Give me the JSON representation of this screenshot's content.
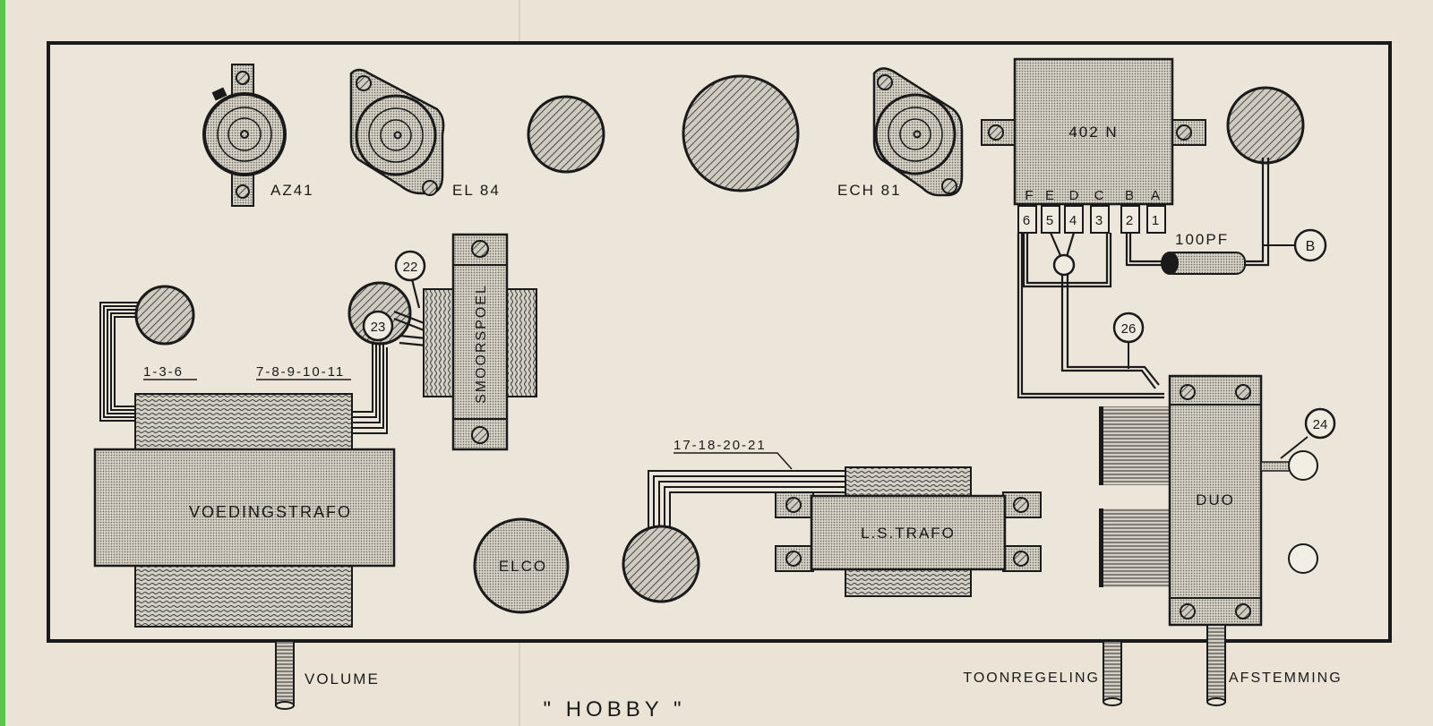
{
  "components": {
    "tube_az41": "AZ41",
    "tube_el84": "EL 84",
    "tube_ech81": "ECH 81",
    "coil_unit": "402 N",
    "coil_pins_letters": [
      "F",
      "E",
      "D",
      "C",
      "B",
      "A"
    ],
    "coil_pins_numbers": [
      "6",
      "5",
      "4",
      "3",
      "2",
      "1"
    ],
    "capacitor": "100PF",
    "point_b": "B",
    "power_transformer": "VOEDINGSTRAFO",
    "choke": "SMOORSPOEL",
    "electrolytic": "ELCO",
    "speaker_transformer": "L.S.TRAFO",
    "tuning_capacitor": "DUO"
  },
  "wire_labels": {
    "w136": "1-3-6",
    "w7to11": "7-8-9-10-11",
    "w17to21": "17-18-20-21"
  },
  "markers": {
    "m22": "22",
    "m23": "23",
    "m24": "24",
    "m26": "26"
  },
  "controls": {
    "volume": "VOLUME",
    "tone": "TOONREGELING",
    "tuning": "AFSTEMMING"
  },
  "title": "\" HOBBY \"",
  "colors": {
    "paper": "#ebe4d6",
    "ink": "#1a1a1a",
    "component_fill": "#c8c3b8",
    "margin_strip": "#5fc44f"
  }
}
